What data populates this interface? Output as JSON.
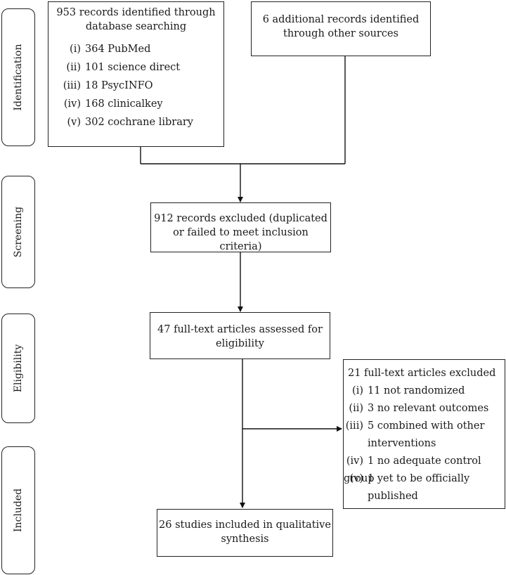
{
  "stages": [
    {
      "id": "identification",
      "label": "Identification"
    },
    {
      "id": "screening",
      "label": "Screening"
    },
    {
      "id": "eligibility",
      "label": "Eligibility"
    },
    {
      "id": "included",
      "label": "Included"
    }
  ],
  "database_box": {
    "title_line1": "953 records identified through",
    "title_line2": "database searching",
    "items": [
      {
        "num": "(i)",
        "text": "364 PubMed"
      },
      {
        "num": "(ii)",
        "text": "101 science direct"
      },
      {
        "num": "(iii)",
        "text": "18 PsycINFO"
      },
      {
        "num": "(iv)",
        "text": "168 clinicalkey"
      },
      {
        "num": "(v)",
        "text": "302 cochrane library"
      }
    ]
  },
  "other_sources_box": {
    "line1": "6 additional records identified",
    "line2": "through other sources"
  },
  "screening_box": {
    "line1": "912 records excluded (duplicated",
    "line2": "or failed to meet inclusion criteria)"
  },
  "eligibility_box": {
    "line1": "47 full-text articles assessed for",
    "line2": "eligibility"
  },
  "excluded_box": {
    "title": "21 full-text articles excluded",
    "items": [
      {
        "num": "(i)",
        "line1": "11 not randomized",
        "line2": ""
      },
      {
        "num": "(ii)",
        "line1": "3 no relevant outcomes",
        "line2": ""
      },
      {
        "num": "(iii)",
        "line1": "5 combined with other",
        "line2": "interventions"
      },
      {
        "num": "(iv)",
        "line1": "1 no adequate control group",
        "line2": ""
      },
      {
        "num": "(v)",
        "line1": "1 yet to be officially",
        "line2": "published"
      }
    ]
  },
  "included_box": {
    "line1": "26 studies included in qualitative",
    "line2": "synthesis"
  }
}
